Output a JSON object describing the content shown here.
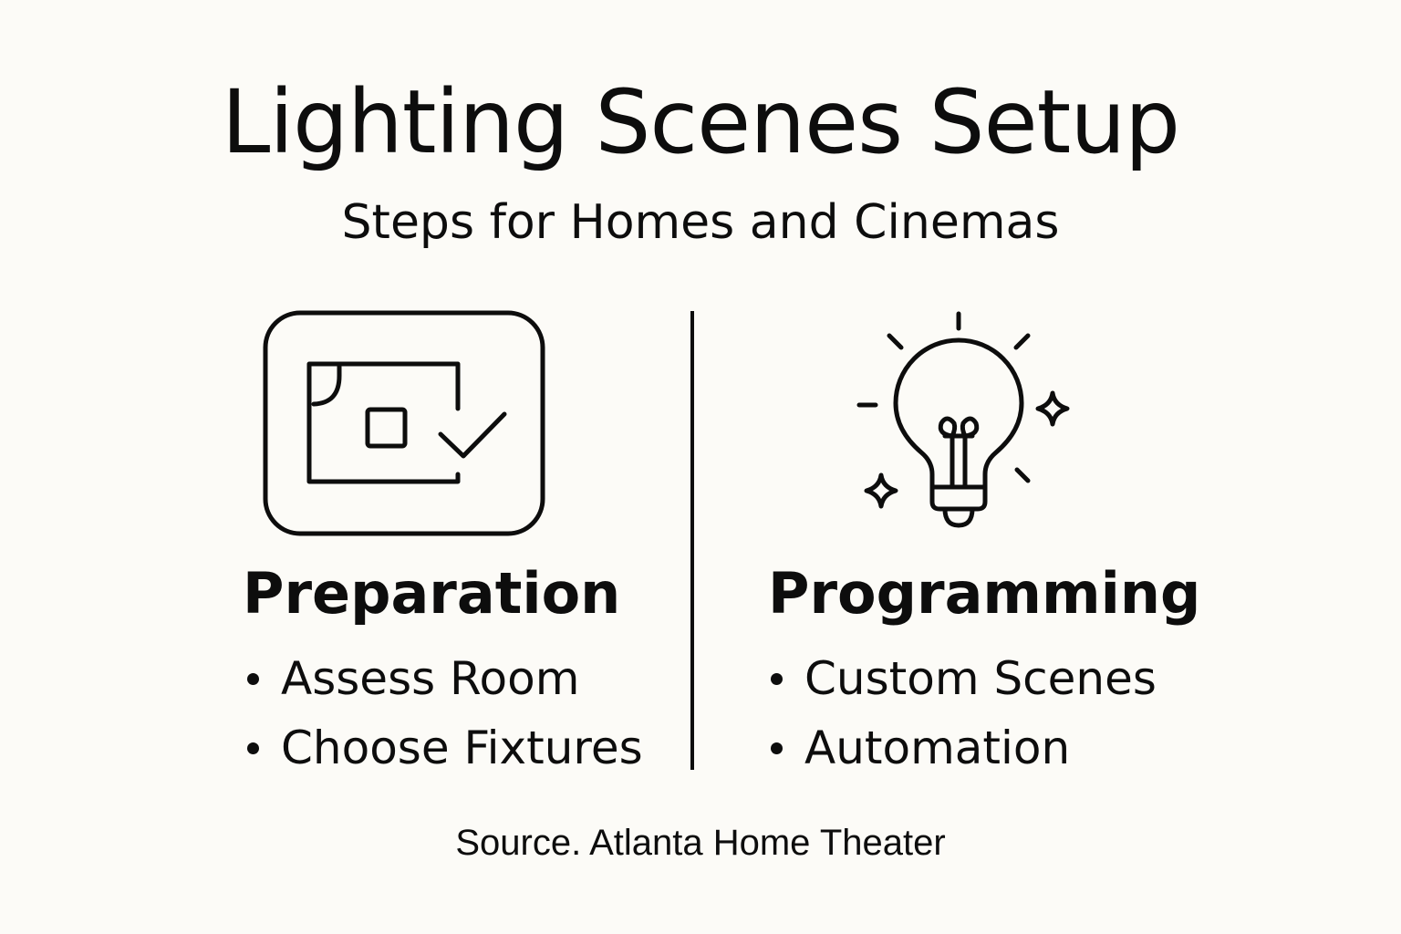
{
  "header": {
    "title": "Lighting Scenes Setup",
    "subtitle": "Steps for Homes and Cinemas"
  },
  "columns": [
    {
      "icon": "floorplan-check-icon",
      "title": "Preparation",
      "items": [
        "Assess Room",
        "Choose Fixtures"
      ]
    },
    {
      "icon": "lightbulb-icon",
      "title": "Programming",
      "items": [
        "Custom Scenes",
        "Automation"
      ]
    }
  ],
  "footer": {
    "source": "Source. Atlanta Home Theater"
  },
  "colors": {
    "background": "#fcfbf7",
    "ink": "#0d0d0d"
  }
}
